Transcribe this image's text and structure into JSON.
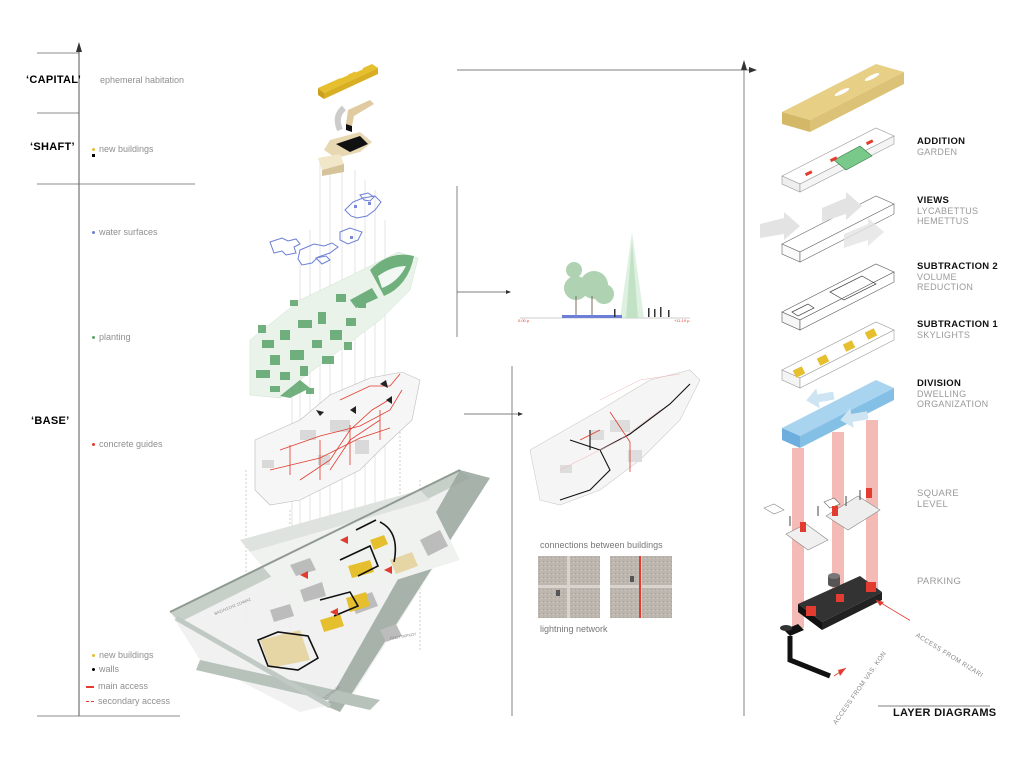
{
  "left_axis": {
    "tiers": [
      {
        "label": "‘CAPITAL’"
      },
      {
        "label": "‘SHAFT’"
      },
      {
        "label": "‘BASE’"
      }
    ],
    "legend_top": {
      "ephemeral": "ephemeral habitation",
      "new_buildings": "new buildings",
      "water": "water surfaces",
      "planting": "planting",
      "concrete": "concrete guides"
    },
    "legend_bottom": {
      "new_buildings": "new buildings",
      "walls": "walls",
      "main_access": "main access",
      "secondary_access": "secondary access"
    }
  },
  "middle": {
    "connections_caption": "connections between buildings",
    "lightning_caption": "lightning network",
    "section_left": "0.00 μ",
    "section_right": "+11.19 μ"
  },
  "right_column": {
    "title": "LAYER DIAGRAMS",
    "layers": [
      {
        "title": "ADDITION",
        "sub": [
          "GARDEN"
        ]
      },
      {
        "title": "VIEWS",
        "sub": [
          "LYCABETTUS",
          "HEMETTUS"
        ]
      },
      {
        "title": "SUBTRACTION 2",
        "sub": [
          "VOLUME",
          "REDUCTION"
        ]
      },
      {
        "title": "SUBTRACTION 1",
        "sub": [
          "SKYLIGHTS"
        ]
      },
      {
        "title": "DIVISION",
        "sub": [
          "DWELLING",
          "ORGANIZATION"
        ]
      }
    ],
    "square": [
      "SQUARE",
      "LEVEL"
    ],
    "parking": "PARKING",
    "access_rizari": "ACCESS FROM RIZARI",
    "access_vas": "ACCESS FROM VAS. KON"
  },
  "colors": {
    "capital": "#e6bf2e",
    "water": "#6b7fd6",
    "planting": "#5aa36a",
    "concrete": "#e23b2f",
    "division": "#7fbde3",
    "garden": "#79c98a"
  }
}
